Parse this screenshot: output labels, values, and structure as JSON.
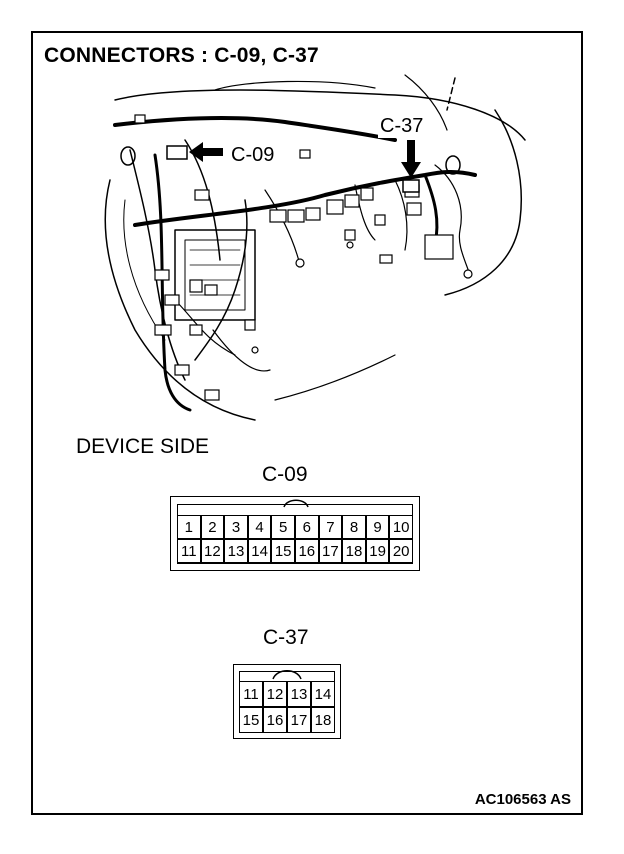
{
  "title": "CONNECTORS : C-09, C-37",
  "illustration": {
    "callout_c09": "C-09",
    "callout_c37": "C-37"
  },
  "device_side_label": "DEVICE SIDE",
  "connectors": {
    "c09": {
      "label": "C-09",
      "row1": [
        "1",
        "2",
        "3",
        "4",
        "5",
        "6",
        "7",
        "8",
        "9",
        "10"
      ],
      "row2": [
        "11",
        "12",
        "13",
        "14",
        "15",
        "16",
        "17",
        "18",
        "19",
        "20"
      ]
    },
    "c37": {
      "label": "C-37",
      "row1": [
        "11",
        "12",
        "13",
        "14"
      ],
      "row2": [
        "15",
        "16",
        "17",
        "18"
      ]
    }
  },
  "figure_code": "AC106563 AS"
}
